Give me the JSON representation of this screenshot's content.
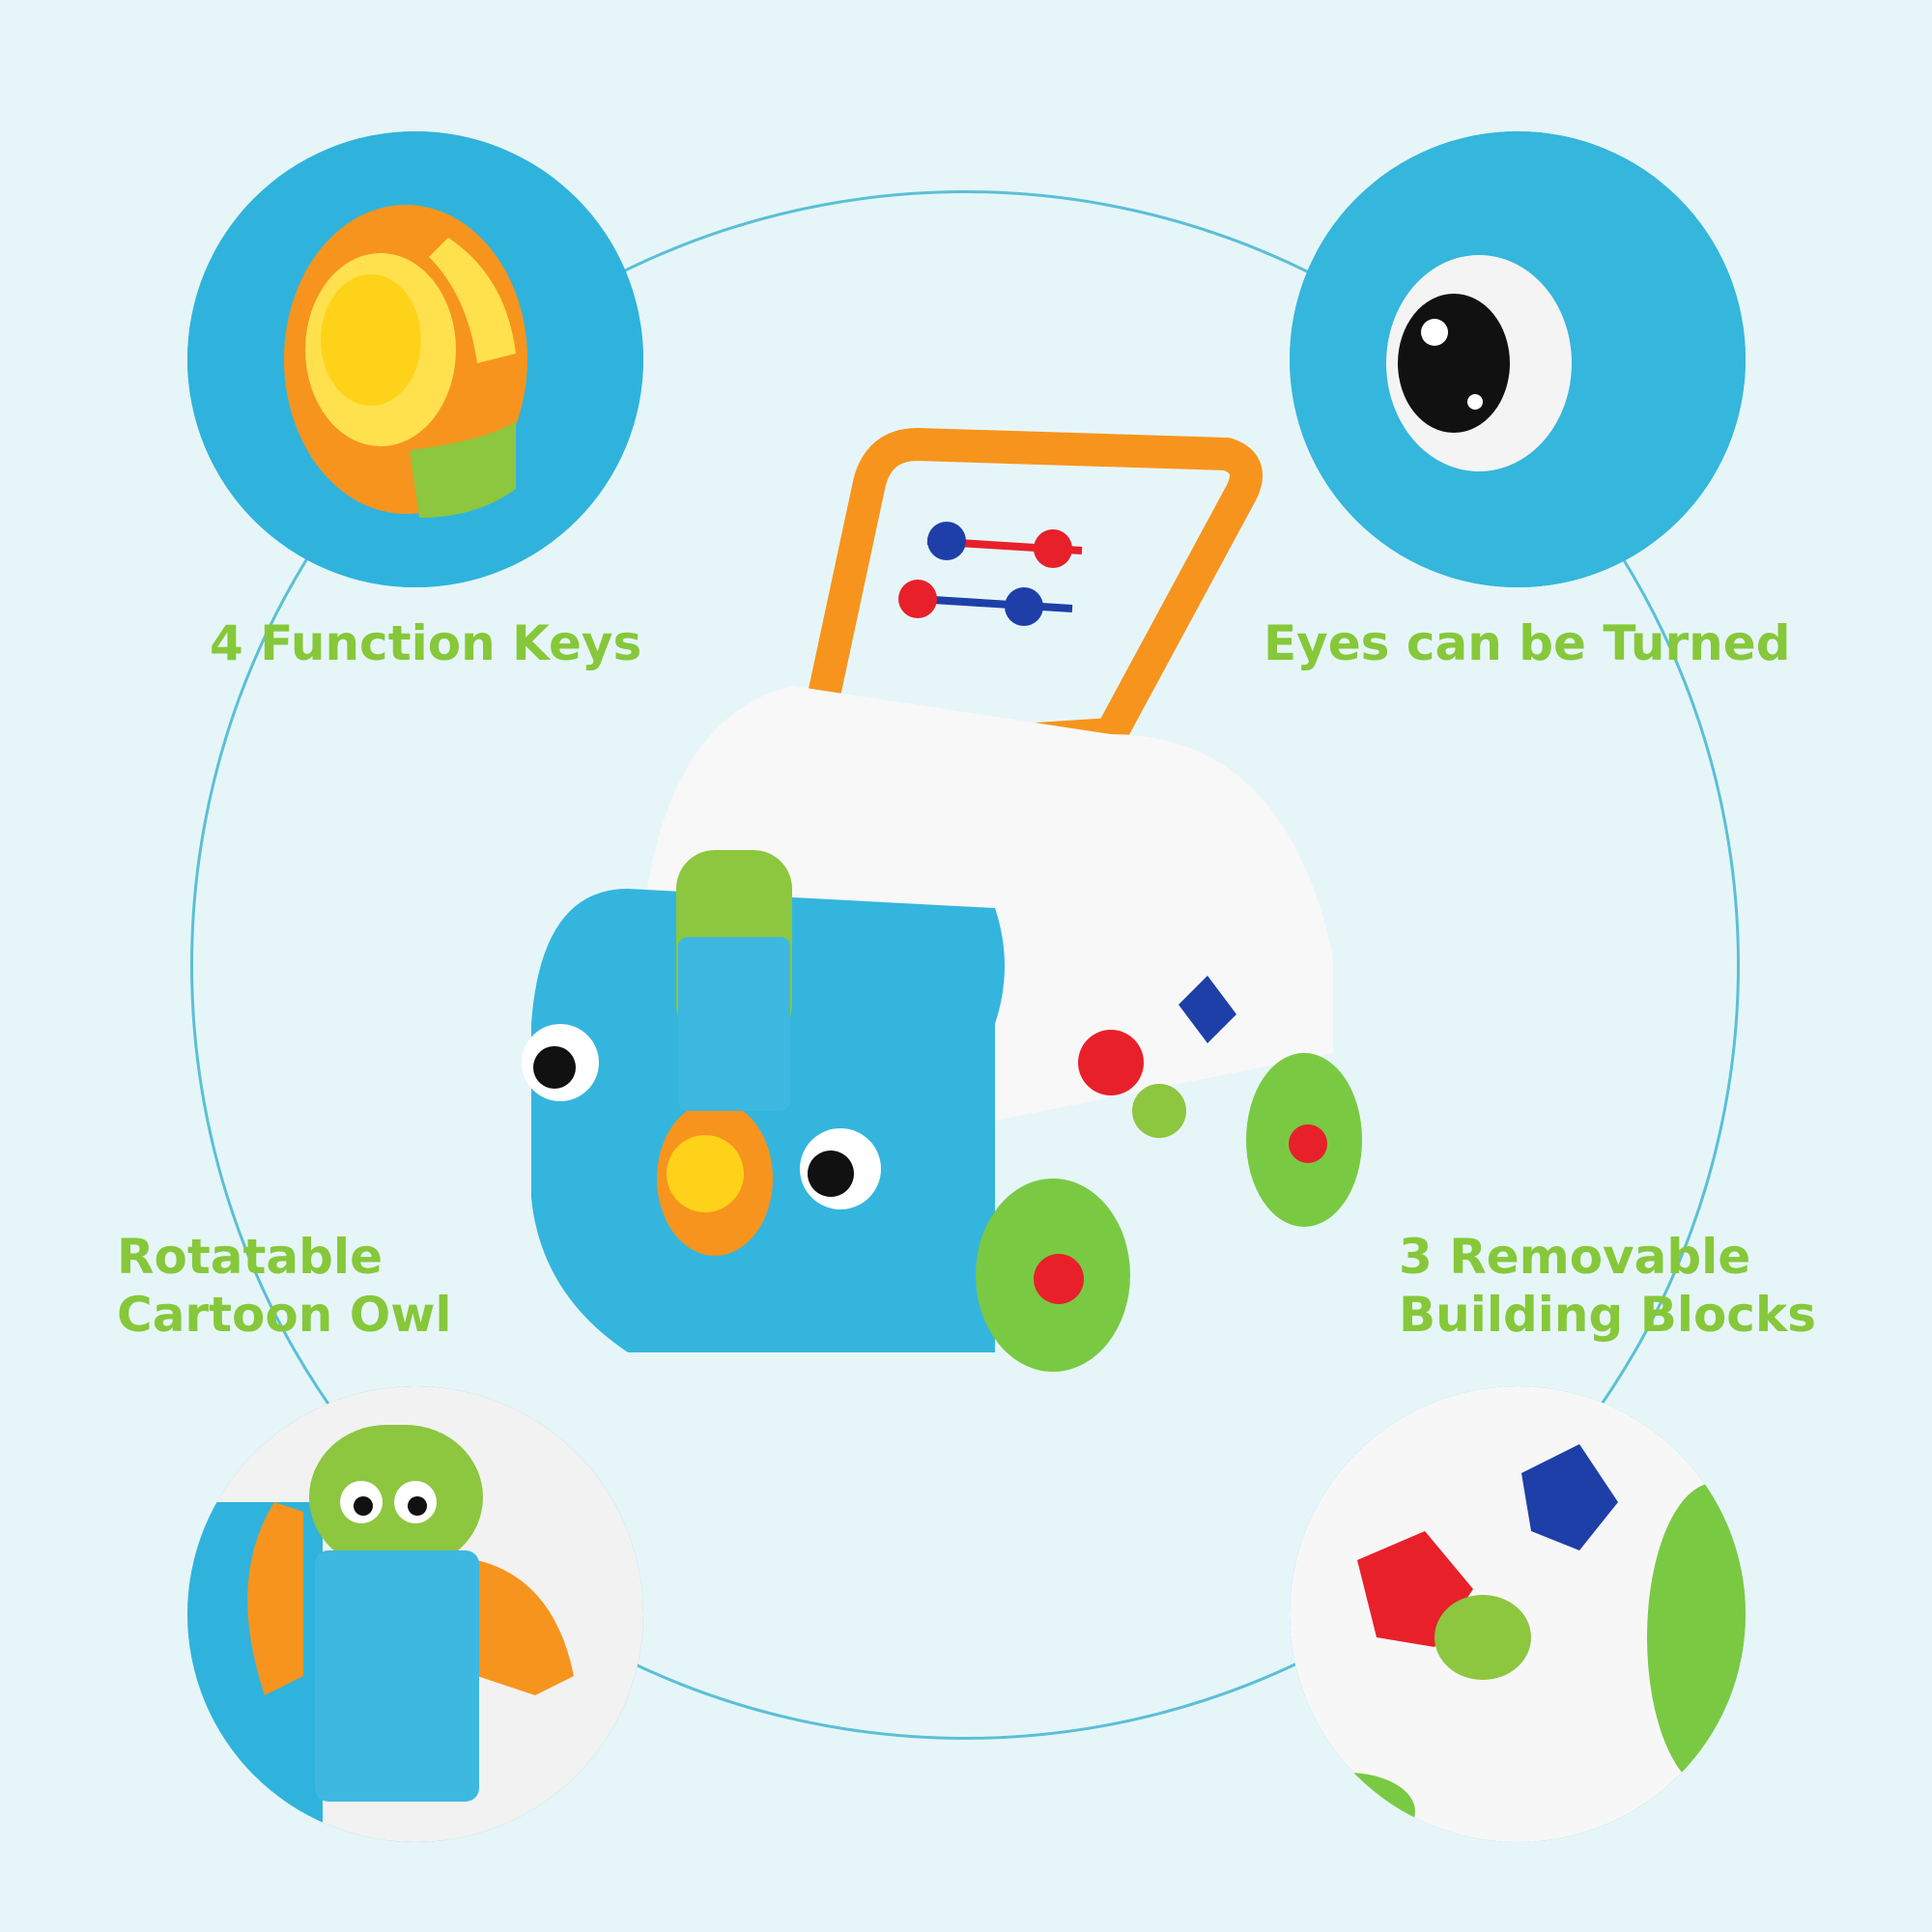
{
  "features": [
    {
      "label_lines": [
        "4 Function Keys"
      ]
    },
    {
      "label_lines": [
        "Eyes can be Turned"
      ]
    },
    {
      "label_lines": [
        "Rotatable",
        "Cartoon Owl"
      ]
    },
    {
      "label_lines": [
        "3 Removable",
        "Building Blocks"
      ]
    }
  ],
  "colors": {
    "label": "#86c83a",
    "ring": "#5bbfd6",
    "background": "#e6f6f8",
    "toy_blue": "#2fb3dc",
    "handle_orange": "#f7941d",
    "wheel_green": "#7ac943"
  }
}
